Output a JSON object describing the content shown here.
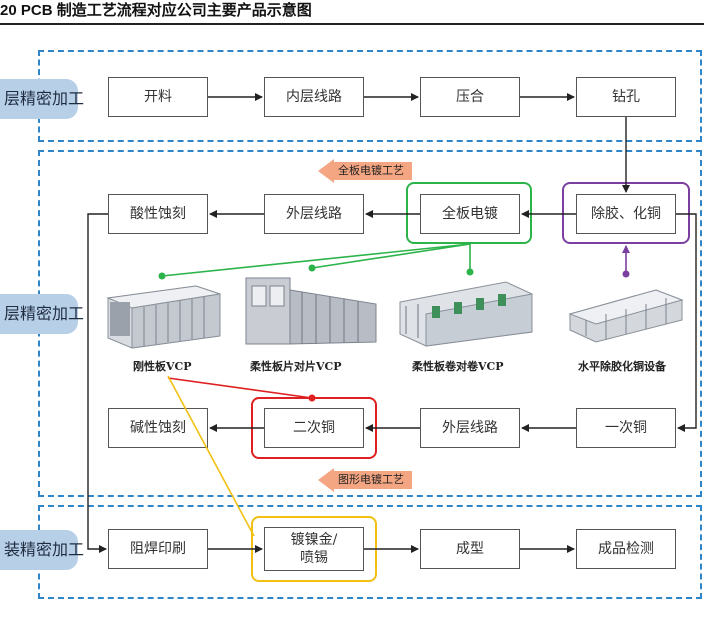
{
  "title": "20 PCB 制造工艺流程对应公司主要产品示意图",
  "stages": {
    "front": "层精密加工",
    "middle": "层精密加工",
    "back": "装精密加工"
  },
  "steps": {
    "cutting": "开料",
    "inner_layer": "内层线路",
    "lamination": "压合",
    "drilling": "钻孔",
    "desmear": "除胶、化铜",
    "panel_plating": "全板电镀",
    "outer_layer_top": "外层线路",
    "acid_etch": "酸性蚀刻",
    "primary_copper": "一次铜",
    "outer_layer_bottom": "外层线路",
    "secondary_copper": "二次铜",
    "alkaline_etch": "碱性蚀刻",
    "solder_mask": "阻焊印刷",
    "finish_line1": "镀镍金/",
    "finish_line2": "喷锡",
    "forming": "成型",
    "inspection": "成品检测"
  },
  "process_tags": {
    "panel_plating": "全板电镀工艺",
    "pattern_plating": "图形电镀工艺"
  },
  "products": {
    "rigid_vcp": "刚性板VCP",
    "flex_sheet_vcp": "柔性板片对片VCP",
    "flex_roll_vcp": "柔性板卷对卷VCP",
    "horizontal_desmear": "水平除胶化铜设备"
  },
  "colors": {
    "section_border": "#2e86c9",
    "stage_fill": "#b8cfe8",
    "green": "#2cb34a",
    "purple": "#7b3fa0",
    "red": "#e02020",
    "yellow": "#f2c012",
    "tag_fill": "#f4a582"
  }
}
